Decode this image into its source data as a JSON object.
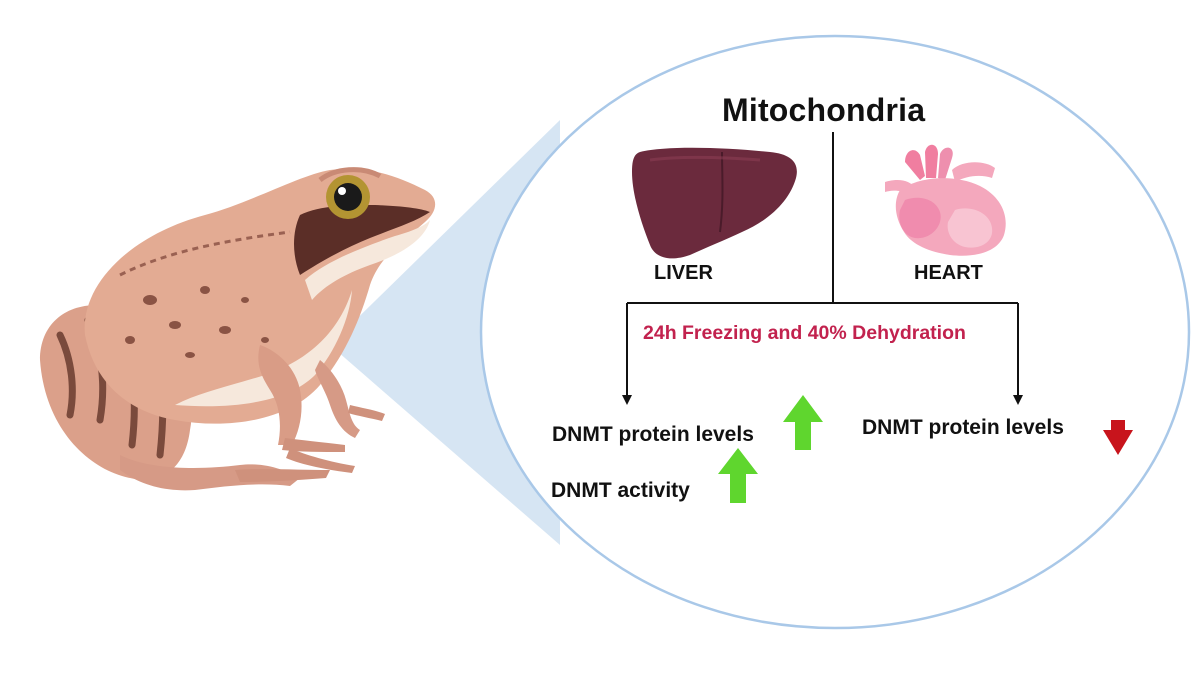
{
  "title": "Mitochondria",
  "organs": {
    "liver": {
      "label": "LIVER",
      "icon": "liver-icon",
      "color": "#6b2a3d"
    },
    "heart": {
      "label": "HEART",
      "icon": "heart-icon",
      "color": "#f4a8bd"
    }
  },
  "condition": {
    "label": "24h Freezing  and 40% Dehydration",
    "color": "#c2224e"
  },
  "results": {
    "liver": [
      {
        "label": "DNMT protein levels",
        "trend": "up",
        "arrow_color": "#5fd62e"
      },
      {
        "label": "DNMT activity",
        "trend": "up",
        "arrow_color": "#5fd62e"
      }
    ],
    "heart": [
      {
        "label": "DNMT protein levels",
        "trend": "down",
        "arrow_color": "#c8141c"
      }
    ]
  },
  "subject": {
    "icon": "wood-frog-illustration"
  },
  "colors": {
    "callout_border": "#a9c8e8",
    "callout_wedge": "#cfe0f1",
    "connector": "#111111"
  }
}
